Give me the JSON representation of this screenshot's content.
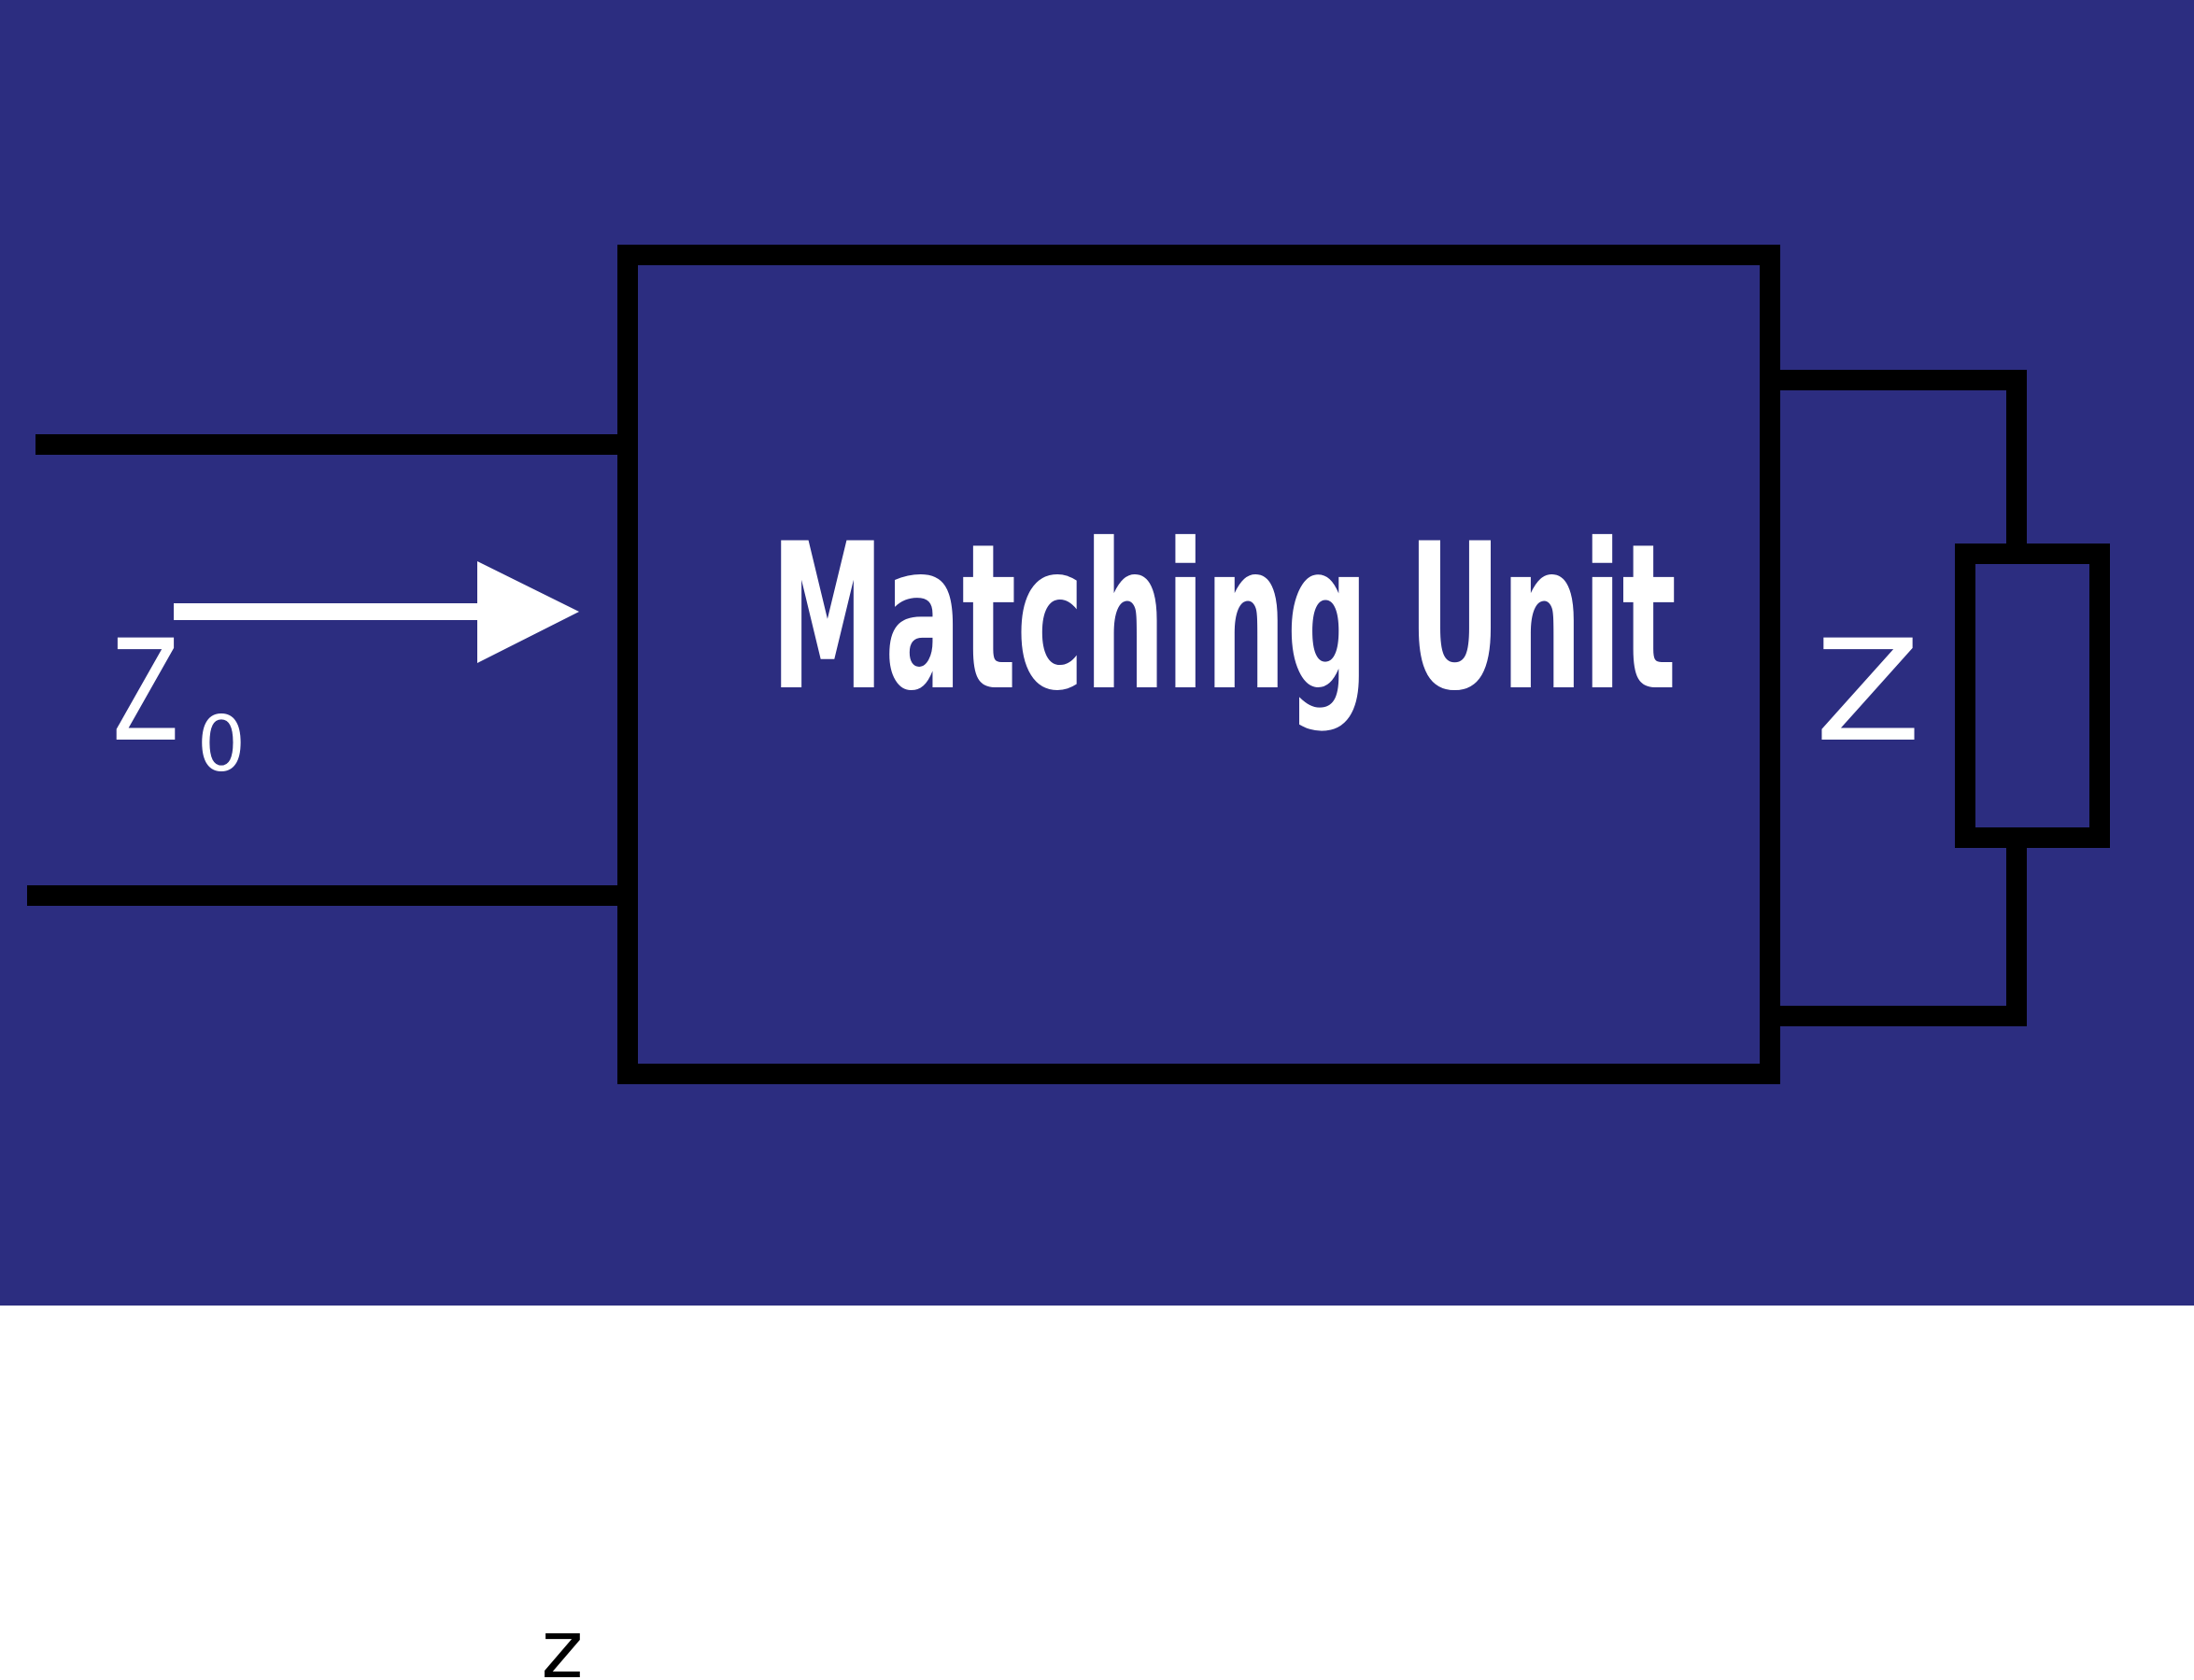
{
  "diagram": {
    "block_label": "Matching Unit",
    "line_impedance": {
      "main": "Z",
      "subscript": "0"
    },
    "load_impedance": "Z",
    "caption_letter": "z"
  },
  "colors": {
    "background": "#2c2d80",
    "line": "#000000",
    "text": "#ffffff",
    "caption_text": "#000000",
    "page": "#ffffff"
  }
}
